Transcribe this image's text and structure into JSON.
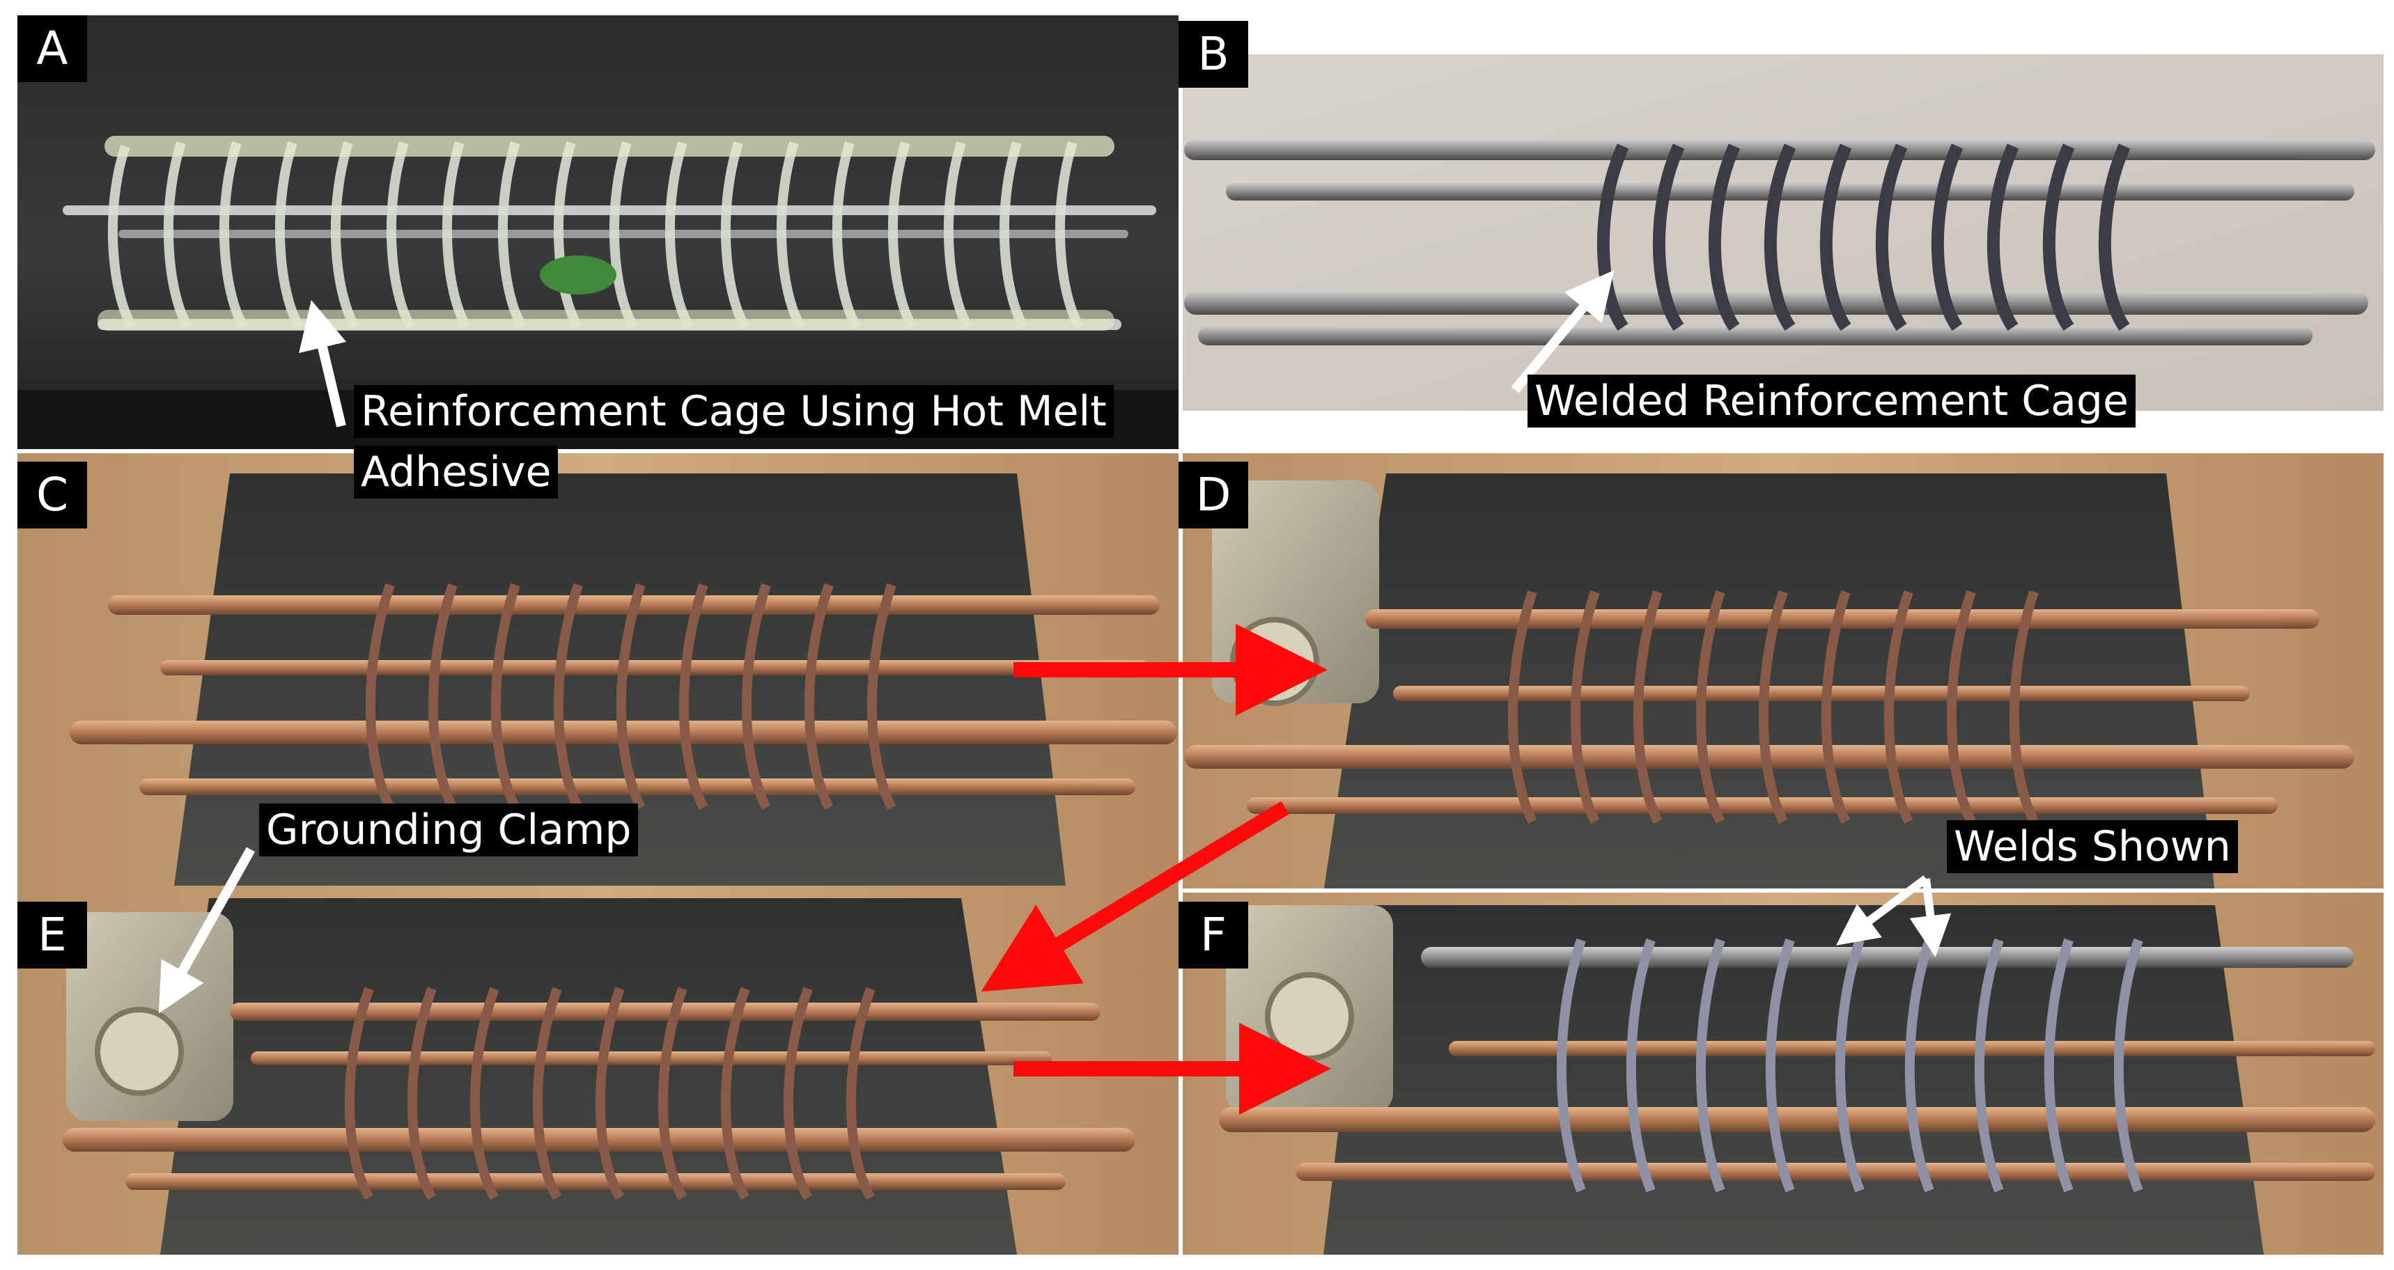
{
  "panels": {
    "a": {
      "label": "A"
    },
    "b": {
      "label": "B"
    },
    "c": {
      "label": "C"
    },
    "d": {
      "label": "D"
    },
    "e": {
      "label": "E"
    },
    "f": {
      "label": "F"
    }
  },
  "annotations": {
    "hot_melt_line1": "Reinforcement Cage Using Hot Melt",
    "hot_melt_line2": "Adhesive",
    "welded_cage": "Welded Reinforcement Cage",
    "grounding_clamp": "Grounding Clamp",
    "welds_shown": "Welds Shown"
  },
  "colors": {
    "sequence_arrow": "#ff0a0a",
    "pointer_arrow": "#ffffff",
    "label_background": "#000000"
  }
}
